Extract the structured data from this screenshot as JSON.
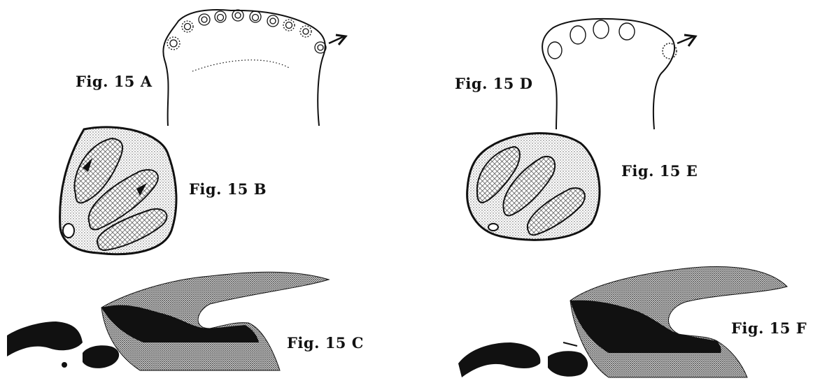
{
  "figures": {
    "a": {
      "label": "Fig. 15 A"
    },
    "b": {
      "label": "Fig. 15 B"
    },
    "c": {
      "label": "Fig. 15 C"
    },
    "d": {
      "label": "Fig. 15 D"
    },
    "e": {
      "label": "Fig. 15 E"
    },
    "f": {
      "label": "Fig. 15 F"
    }
  },
  "colors": {
    "ink": "#111111",
    "paper": "#ffffff",
    "stipple": "#7a7a7a"
  }
}
